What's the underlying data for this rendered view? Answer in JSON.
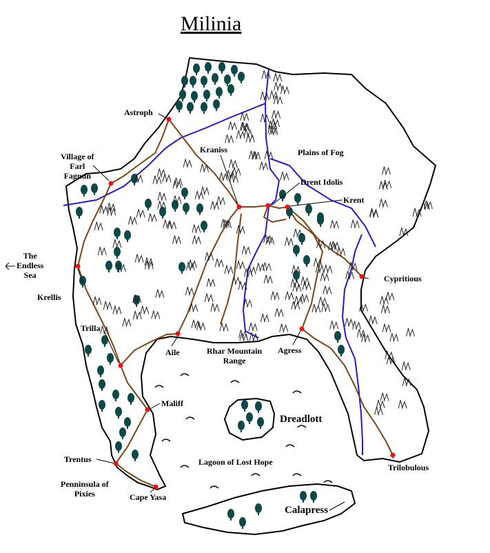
{
  "title": "Milinia",
  "labels": {
    "astroph": "Astroph",
    "village": [
      "Village of",
      "Farl",
      "Fagnun"
    ],
    "kraniss": "Kraniss",
    "plains": "Plains of Fog",
    "drent": "Drent Idolis",
    "krent": "Krent",
    "endless_sea": [
      "The",
      "Endless",
      "Sea"
    ],
    "krellis": "Krellis",
    "cypritious": "Cypritious",
    "trilla": "Trilla",
    "aile": "Aile",
    "rhar": [
      "Rhar Mountain",
      "Range"
    ],
    "agress": "Agress",
    "maliff": "Maliff",
    "dreadlott": "Dreadlott",
    "trentus": "Trentus",
    "lagoon": "Lagoon of Lost Hope",
    "trilobulous": "Trilobulous",
    "peninsula": [
      "Penninsula of",
      "Pixies"
    ],
    "cape": "Cape Yasa",
    "calapress": "Calapress"
  },
  "colors": {
    "coast": "#000000",
    "river": "#2a14d8",
    "road": "#7a4512",
    "tree": "#0e4848",
    "town": "#ee1111",
    "mountain": "#222222"
  },
  "icons": [
    "tree-icon",
    "mountain-icon",
    "town-marker-icon",
    "arrow-left-icon"
  ]
}
